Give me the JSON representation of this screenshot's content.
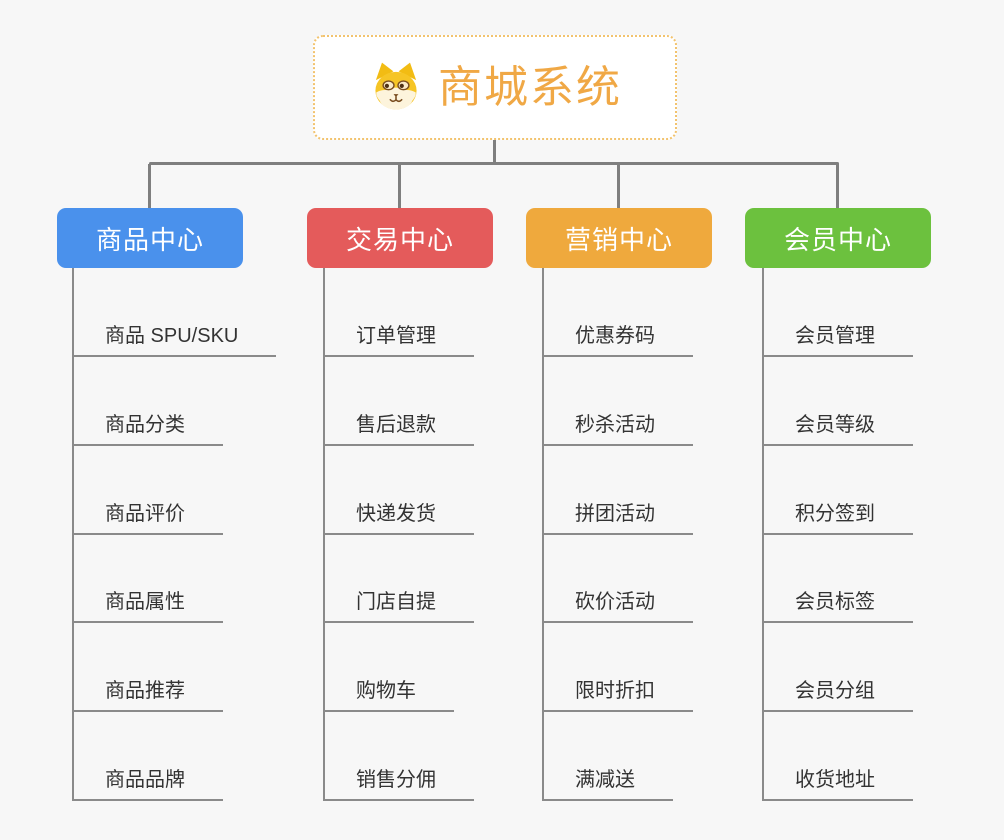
{
  "root": {
    "title": "商城系统",
    "icon": "dog-face-icon"
  },
  "branches": [
    {
      "label": "商品中心",
      "color": "#4A91EC",
      "items": [
        "商品 SPU/SKU",
        "商品分类",
        "商品评价",
        "商品属性",
        "商品推荐",
        "商品品牌"
      ]
    },
    {
      "label": "交易中心",
      "color": "#E45B5B",
      "items": [
        "订单管理",
        "售后退款",
        "快递发货",
        "门店自提",
        "购物车",
        "销售分佣"
      ]
    },
    {
      "label": "营销中心",
      "color": "#EFA93D",
      "items": [
        "优惠券码",
        "秒杀活动",
        "拼团活动",
        "砍价活动",
        "限时折扣",
        "满减送"
      ]
    },
    {
      "label": "会员中心",
      "color": "#6CC13E",
      "items": [
        "会员管理",
        "会员等级",
        "积分签到",
        "会员标签",
        "会员分组",
        "收货地址"
      ]
    }
  ],
  "colors": {
    "background": "#F7F7F7",
    "root_border": "#F2C36E",
    "root_title": "#F0A845",
    "connector": "#7F7F7F",
    "subtopic_line": "#8A8A8A",
    "subtopic_text": "#333333"
  }
}
